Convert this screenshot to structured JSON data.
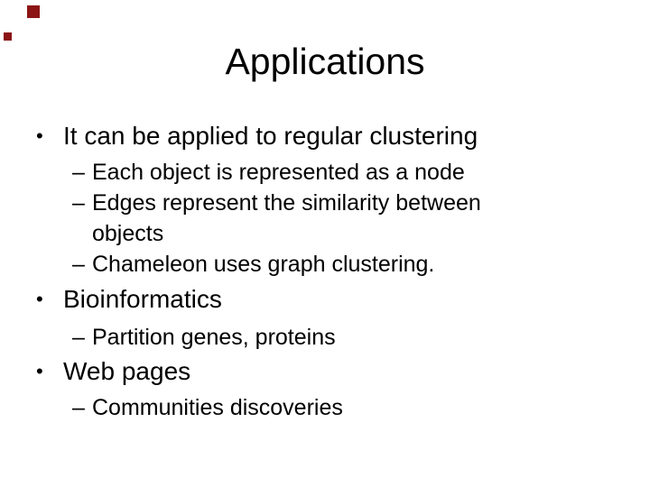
{
  "slide": {
    "title": "Applications",
    "bullet_char": "•",
    "dash_char": "–",
    "colors": {
      "background": "#ffffff",
      "text": "#000000",
      "corner_square": "#8c1414"
    },
    "content": [
      {
        "level": 1,
        "text": "It can be applied to regular clustering"
      },
      {
        "level": 2,
        "text": "Each object is represented as a node"
      },
      {
        "level": 2,
        "text": "Edges represent the similarity between objects"
      },
      {
        "level": 2,
        "text": "Chameleon uses graph clustering."
      },
      {
        "level": 1,
        "text": "Bioinformatics"
      },
      {
        "level": 2,
        "text": "Partition genes, proteins"
      },
      {
        "level": 1,
        "text": "Web pages"
      },
      {
        "level": 2,
        "text": "Communities discoveries"
      }
    ]
  }
}
